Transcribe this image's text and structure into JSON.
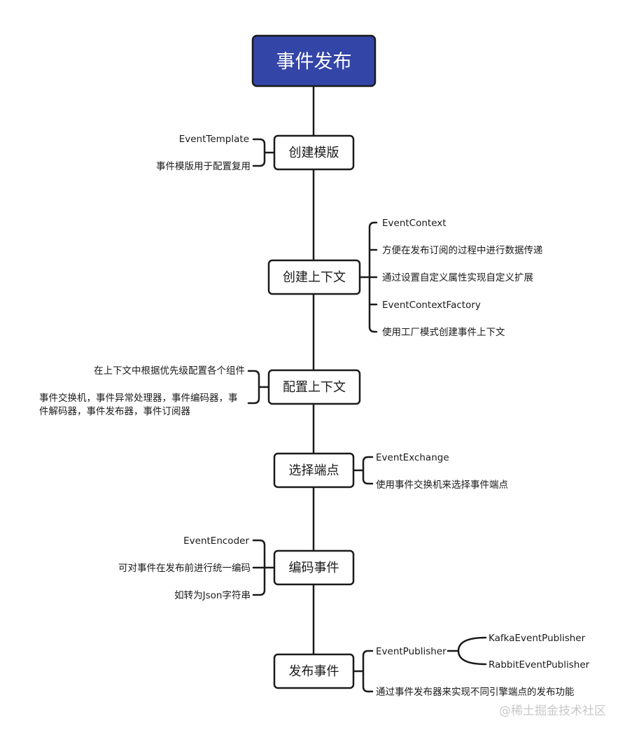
{
  "colors": {
    "root_fill": "#3445a8",
    "line": "#1a1a1a",
    "text": "#1a1a1a",
    "watermark": "#c8c8c8"
  },
  "root": {
    "label": "事件发布"
  },
  "steps": [
    {
      "id": "create-template",
      "label": "创建模版",
      "details": [
        "EventTemplate",
        "事件模版用于配置复用"
      ]
    },
    {
      "id": "create-context",
      "label": "创建上下文",
      "details": [
        "EventContext",
        "方便在发布订阅的过程中进行数据传递",
        "通过设置自定义属性实现自定义扩展",
        "EventContextFactory",
        "使用工厂模式创建事件上下文"
      ]
    },
    {
      "id": "configure-context",
      "label": "配置上下文",
      "details": [
        "在上下文中根据优先级配置各个组件",
        "事件交换机，事件异常处理器，事件编码器，事",
        "件解码器，事件发布器，事件订阅器"
      ]
    },
    {
      "id": "select-endpoint",
      "label": "选择端点",
      "details": [
        "EventExchange",
        "使用事件交换机来选择事件端点"
      ]
    },
    {
      "id": "encode-event",
      "label": "编码事件",
      "details": [
        "EventEncoder",
        "可对事件在发布前进行统一编码",
        "如转为Json字符串"
      ]
    },
    {
      "id": "publish-event",
      "label": "发布事件",
      "details": [
        "EventPublisher",
        "通过事件发布器来实现不同引擎端点的发布功能"
      ],
      "publishers": [
        "KafkaEventPublisher",
        "RabbitEventPublisher"
      ]
    }
  ],
  "watermark": "@稀土掘金技术社区"
}
